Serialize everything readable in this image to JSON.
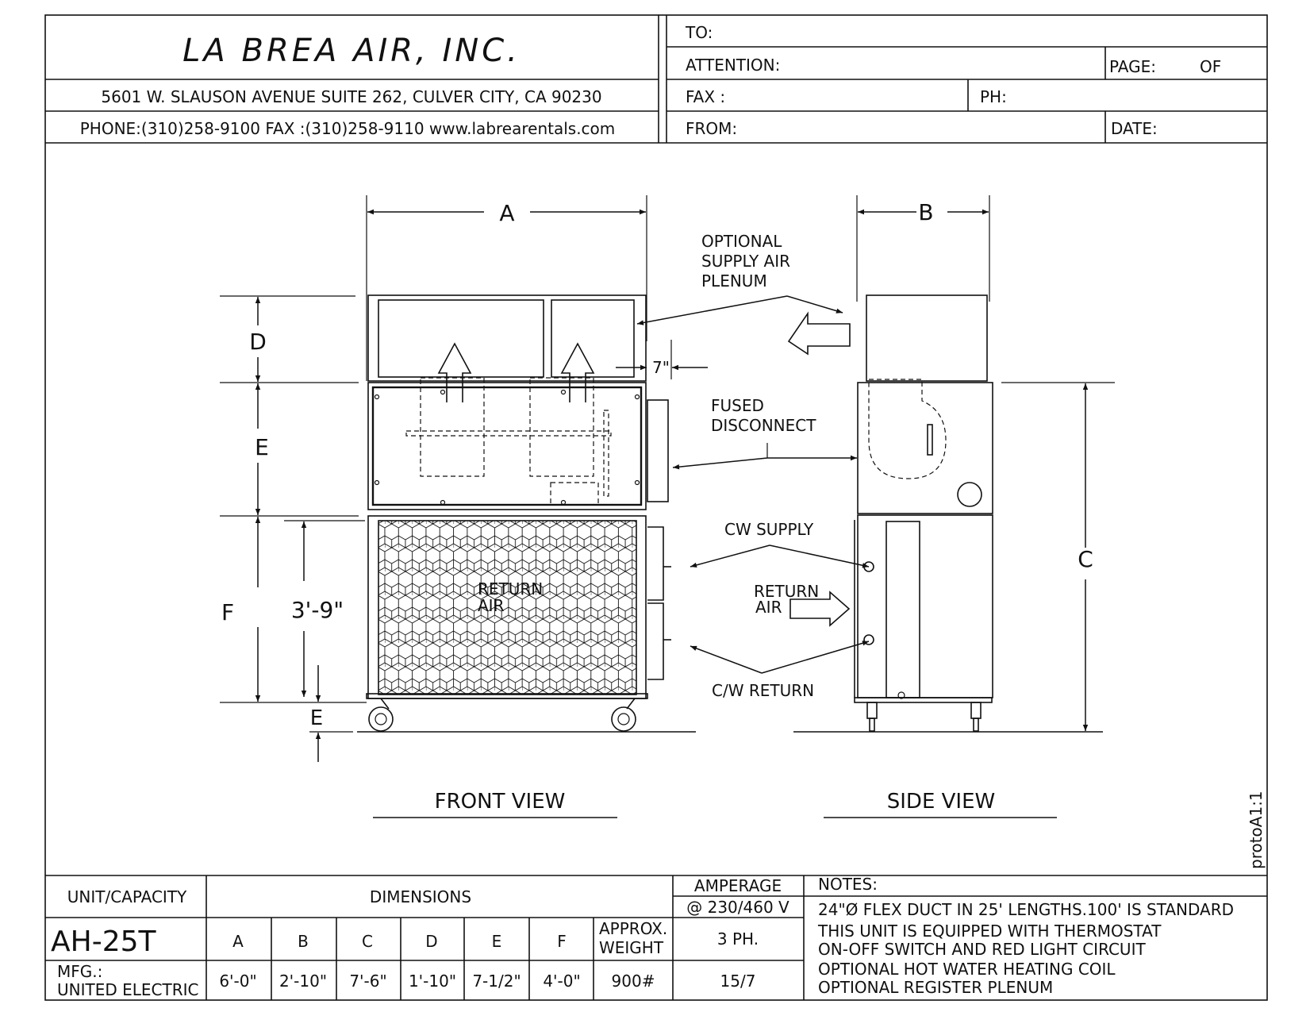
{
  "header": {
    "company": "LA BREA AIR, INC.",
    "address": "5601 W. SLAUSON AVENUE SUITE 262,  CULVER CITY, CA 90230",
    "contact": "PHONE:(310)258-9100   FAX :(310)258-9110   www.labrearentals.com",
    "form": {
      "to": "TO:",
      "attention": "ATTENTION:",
      "page": "PAGE:",
      "of": "OF",
      "fax": "FAX :",
      "ph": "PH:",
      "from": "FROM:",
      "date": "DATE:"
    }
  },
  "drawing": {
    "dim_a": "A",
    "dim_b": "B",
    "dim_c": "C",
    "dim_d": "D",
    "dim_e": "E",
    "dim_e2": "E",
    "dim_f": "F",
    "dim_39": "3'-9\"",
    "dim_7": "7\"",
    "optional_plenum": [
      "OPTIONAL",
      "SUPPLY AIR",
      "PLENUM"
    ],
    "fused_disconnect": [
      "FUSED",
      "DISCONNECT"
    ],
    "cw_supply": "CW SUPPLY",
    "cw_return": "C/W RETURN",
    "return_air_side": [
      "RETURN",
      "AIR"
    ],
    "return_air_front": [
      "RETURN",
      "AIR"
    ],
    "front_view": "FRONT VIEW",
    "side_view": "SIDE VIEW",
    "file_ref": "protoA1:1"
  },
  "table": {
    "unit_capacity_label": "UNIT/CAPACITY",
    "dimensions_label": "DIMENSIONS",
    "amperage_label": "AMPERAGE",
    "voltage": "@ 230/460 V",
    "notes_label": "NOTES:",
    "model": "AH-25T",
    "columns": [
      "A",
      "B",
      "C",
      "D",
      "E",
      "F"
    ],
    "weight_label": [
      "APPROX.",
      "WEIGHT"
    ],
    "phase": "3 PH.",
    "mfg_label": "MFG.:",
    "mfg": "UNITED ELECTRIC",
    "values": [
      "6'-0\"",
      "2'-10\"",
      "7'-6\"",
      "1'-10\"",
      "7-1/2\"",
      "4'-0\""
    ],
    "weight": "900#",
    "amperage": "15/7",
    "notes": [
      "24\"Ø FLEX DUCT IN 25' LENGTHS.100' IS STANDARD",
      "THIS UNIT IS EQUIPPED WITH THERMOSTAT",
      "ON-OFF SWITCH AND RED LIGHT CIRCUIT",
      "OPTIONAL HOT WATER HEATING COIL",
      "OPTIONAL REGISTER  PLENUM"
    ]
  }
}
